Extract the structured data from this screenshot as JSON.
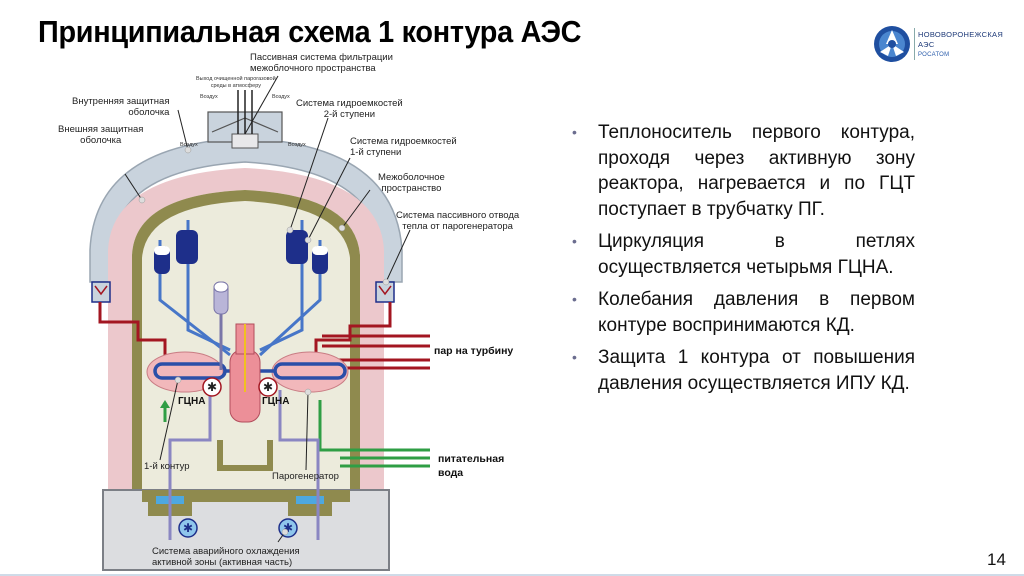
{
  "slide": {
    "title": "Принципиальная схема 1 контура АЭС",
    "page_number": "14"
  },
  "logo": {
    "line1": "НОВОВОРОНЕЖСКАЯ",
    "line2": "АЭС",
    "line3": "РОСАТОМ",
    "color": "#1e3a78"
  },
  "bullets": [
    {
      "text": "Теплоноситель первого контура, проходя через активную зону реактора, нагревается и по ГЦТ поступает в трубчатку ПГ."
    },
    {
      "text": "Циркуляция в петлях осуществляется четырьмя ГЦНА."
    },
    {
      "text": "Колебания давления в первом контуре воспринимаются КД."
    },
    {
      "text": "Защита 1 контура от повышения давления осуществляется ИПУ КД."
    }
  ],
  "diagram": {
    "labels": {
      "passive_filtration": "Пассивная система фильтрации\nмежоблочного пространства",
      "exhaust": "Выход очищенной парогазовой\nсреды в атмосферу",
      "air_1": "Воздух",
      "air_2": "Воздух",
      "air_3": "Воздух",
      "air_4": "Воздух",
      "inner_shell": "Внутренняя защитная\nоболочка",
      "outer_shell": "Внешняя защитная\nоболочка",
      "hydro_stage2": "Система гидроемкостей\n2-й ступени",
      "hydro_stage1": "Система гидроемкостей\n1-й ступени",
      "interspace": "Межоболочное\nпространство",
      "passive_heat_removal": "Система пассивного отвода\nтепла от парогенератора",
      "pump_left": "ГЦНА",
      "pump_right": "ГЦНА",
      "primary_circuit": "1-й контур",
      "steam_generator": "Парогенератор",
      "eccs": "Система аварийного охлаждения\nактивной зоны (активная часть)",
      "steam_to_turbine": "пар на турбину",
      "feed_water": "питательная\nвода"
    },
    "colors": {
      "primary_loop": "#2b4fa8",
      "steam": "#a31621",
      "feed_water": "#2f9e44",
      "outer_shell": "#c9d3dd",
      "inner_shell_band": "#e8c9cc",
      "concrete": "#8f8a4e",
      "interior": "#ecebdc"
    }
  }
}
